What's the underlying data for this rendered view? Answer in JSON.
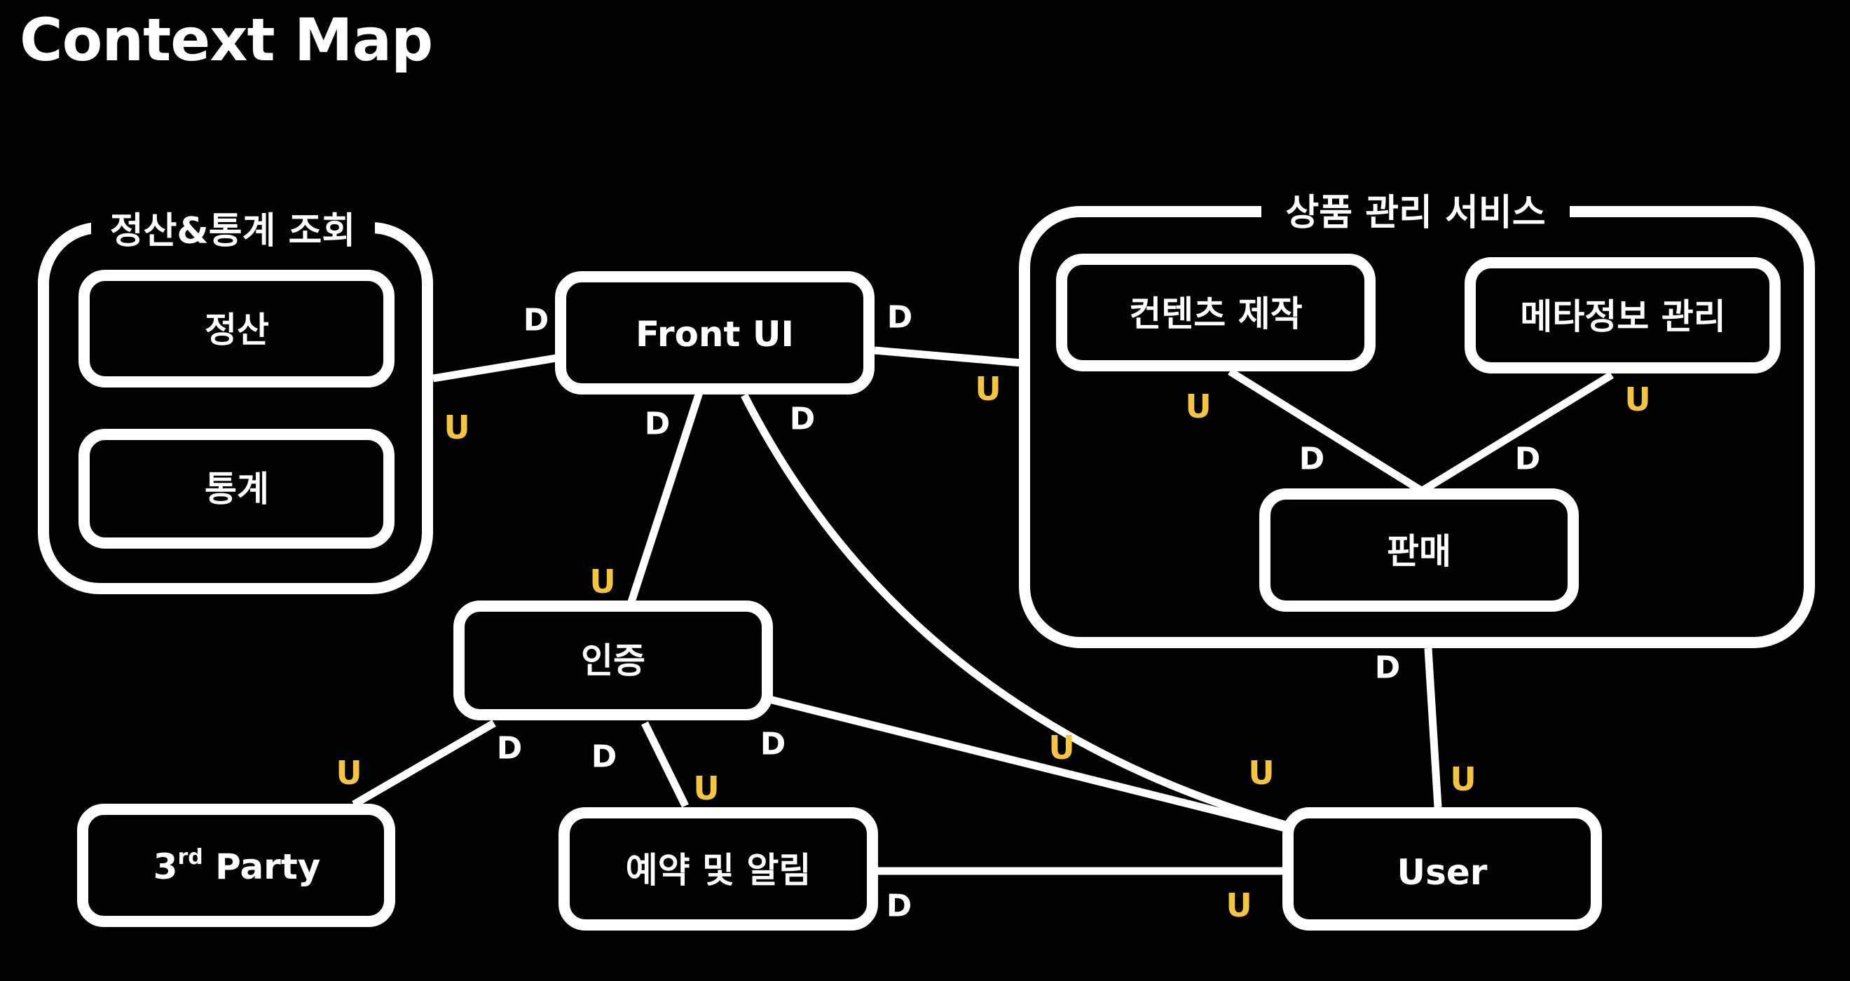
{
  "title": "Context Map",
  "colors": {
    "background": "#000000",
    "line": "#ffffff",
    "upstream": "#f5c542",
    "downstream": "#ffffff"
  },
  "groups": {
    "settlement": {
      "label": "정산&통계 조회"
    },
    "product": {
      "label": "상품 관리 서비스"
    }
  },
  "nodes": {
    "settle": {
      "label": "정산"
    },
    "stats": {
      "label": "통계"
    },
    "front": {
      "label": "Front UI"
    },
    "content": {
      "label": "컨텐츠 제작"
    },
    "meta": {
      "label": "메타정보 관리"
    },
    "sales": {
      "label": "판매"
    },
    "auth": {
      "label": "인증"
    },
    "thirdparty": {
      "label": "3",
      "sup": "rd",
      "rest": " Party"
    },
    "reserve": {
      "label": "예약 및 알림"
    },
    "user": {
      "label": "User"
    }
  },
  "marks": {
    "downstream": "D",
    "upstream": "U"
  }
}
